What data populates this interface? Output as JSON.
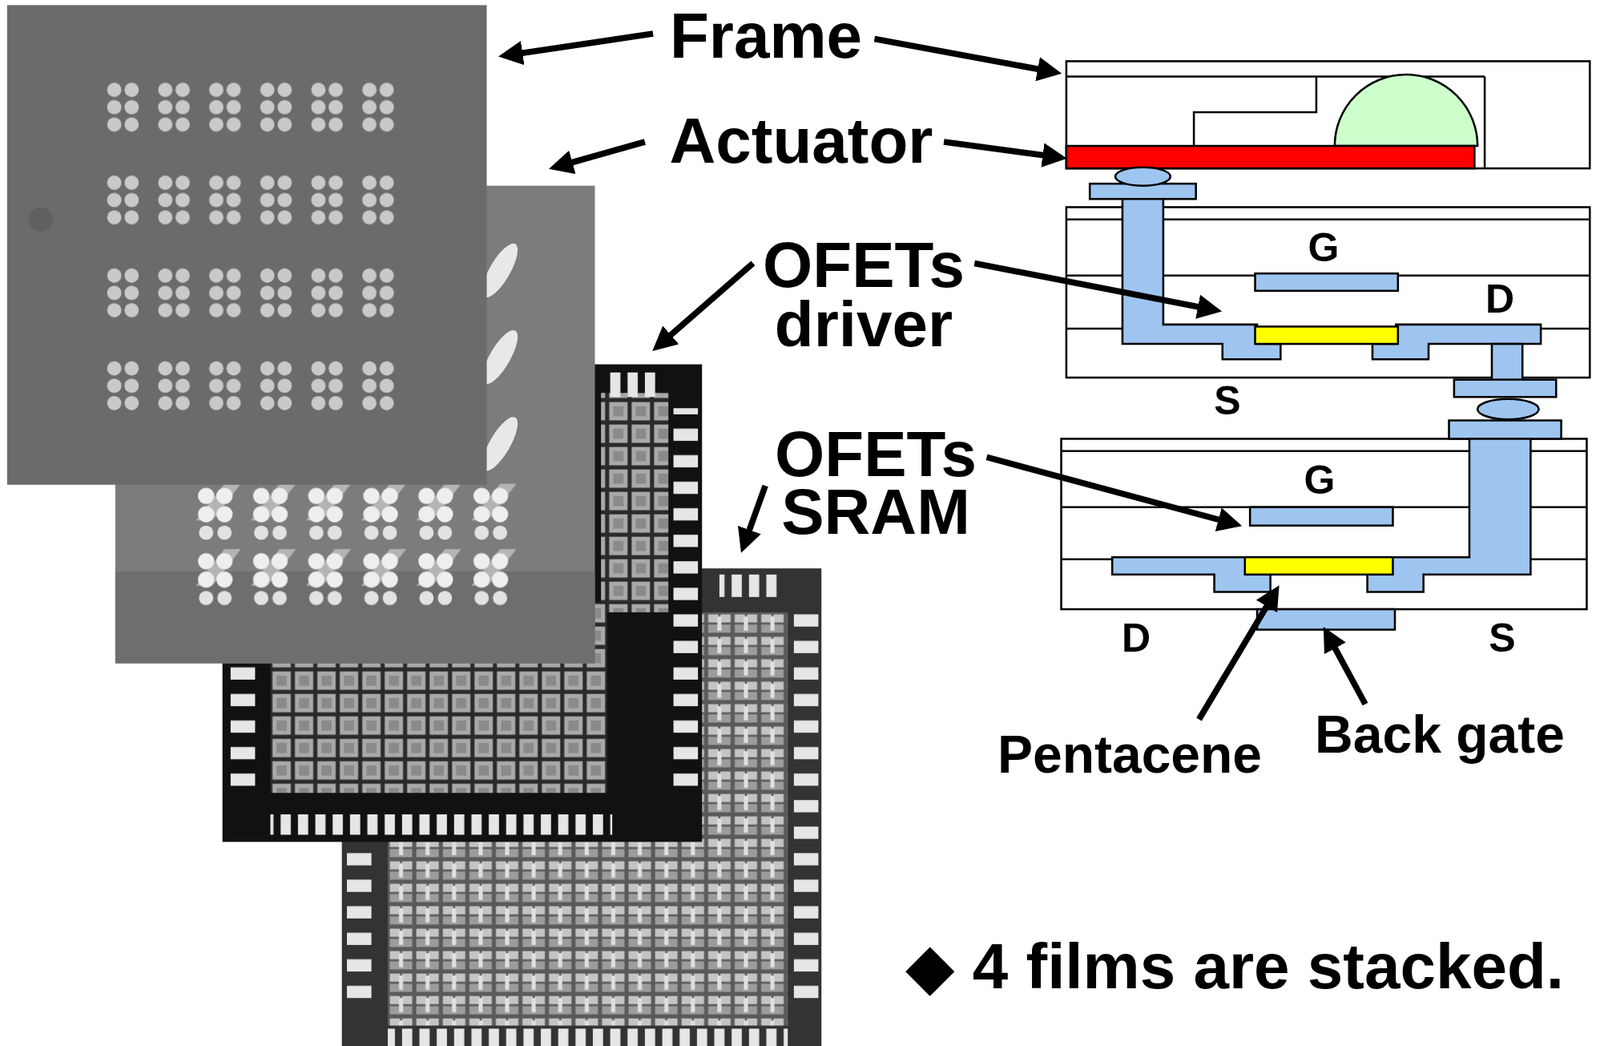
{
  "diagram": {
    "labels": [
      "Frame",
      "Actuator",
      "OFETs driver",
      "G",
      "D",
      "S",
      "OFETs SRAM",
      "G",
      "D",
      "S",
      "Pentacene",
      "Back gate",
      "◆ 4 films are stacked."
    ]
  }
}
